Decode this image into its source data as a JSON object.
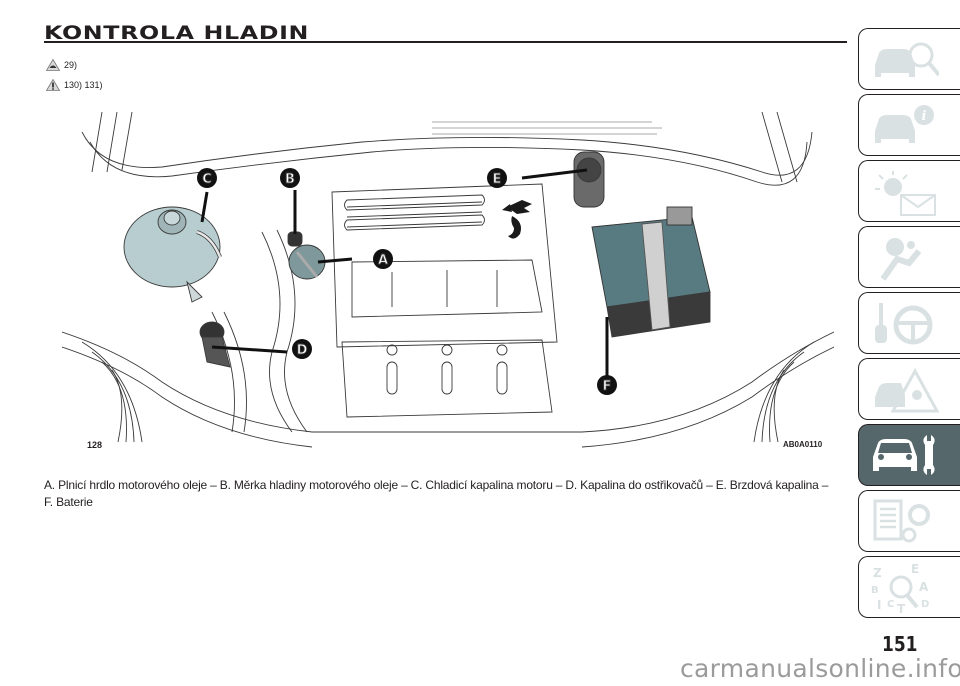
{
  "page": {
    "title": "KONTROLA HLADIN",
    "references": [
      {
        "icon": "environment-warning-icon",
        "text": "29)"
      },
      {
        "icon": "caution-warning-icon",
        "text": "130) 131)"
      }
    ],
    "figure": {
      "number": "128",
      "code": "AB0A0110",
      "callouts": [
        "A",
        "B",
        "C",
        "D",
        "E",
        "F"
      ],
      "description": "Engine compartment illustration with labeled fluid reservoirs"
    },
    "caption": "A. Plnicí hrdlo motorového oleje – B. Měrka hladiny motorového oleje – C. Chladicí kapalina motoru – D. Kapalina do ostřikovačů – E. Brzdová kapalina – F. Baterie",
    "page_number": "151",
    "watermark": "carmanualsonline.info"
  },
  "sidebar": {
    "tabs": [
      {
        "icon": "car-inspection-icon",
        "label": "Getting to know your car",
        "active": false
      },
      {
        "icon": "car-info-icon",
        "label": "Knowing the instrument panel",
        "active": false
      },
      {
        "icon": "warning-light-message-icon",
        "label": "Warning lights and messages",
        "active": false
      },
      {
        "icon": "airbag-seatbelt-icon",
        "label": "Safety",
        "active": false
      },
      {
        "icon": "key-steering-wheel-icon",
        "label": "Starting and driving",
        "active": false
      },
      {
        "icon": "emergency-triangle-icon",
        "label": "In an emergency",
        "active": false
      },
      {
        "icon": "car-wrench-icon",
        "label": "Servicing and care",
        "active": true
      },
      {
        "icon": "technical-data-icon",
        "label": "Technical data",
        "active": false
      },
      {
        "icon": "alphabetical-index-icon",
        "label": "Index",
        "active": false
      }
    ],
    "colors": {
      "icon_inactive": "#d9e1e2",
      "tab_active_bg": "#56676b",
      "border": "#231f20"
    }
  }
}
